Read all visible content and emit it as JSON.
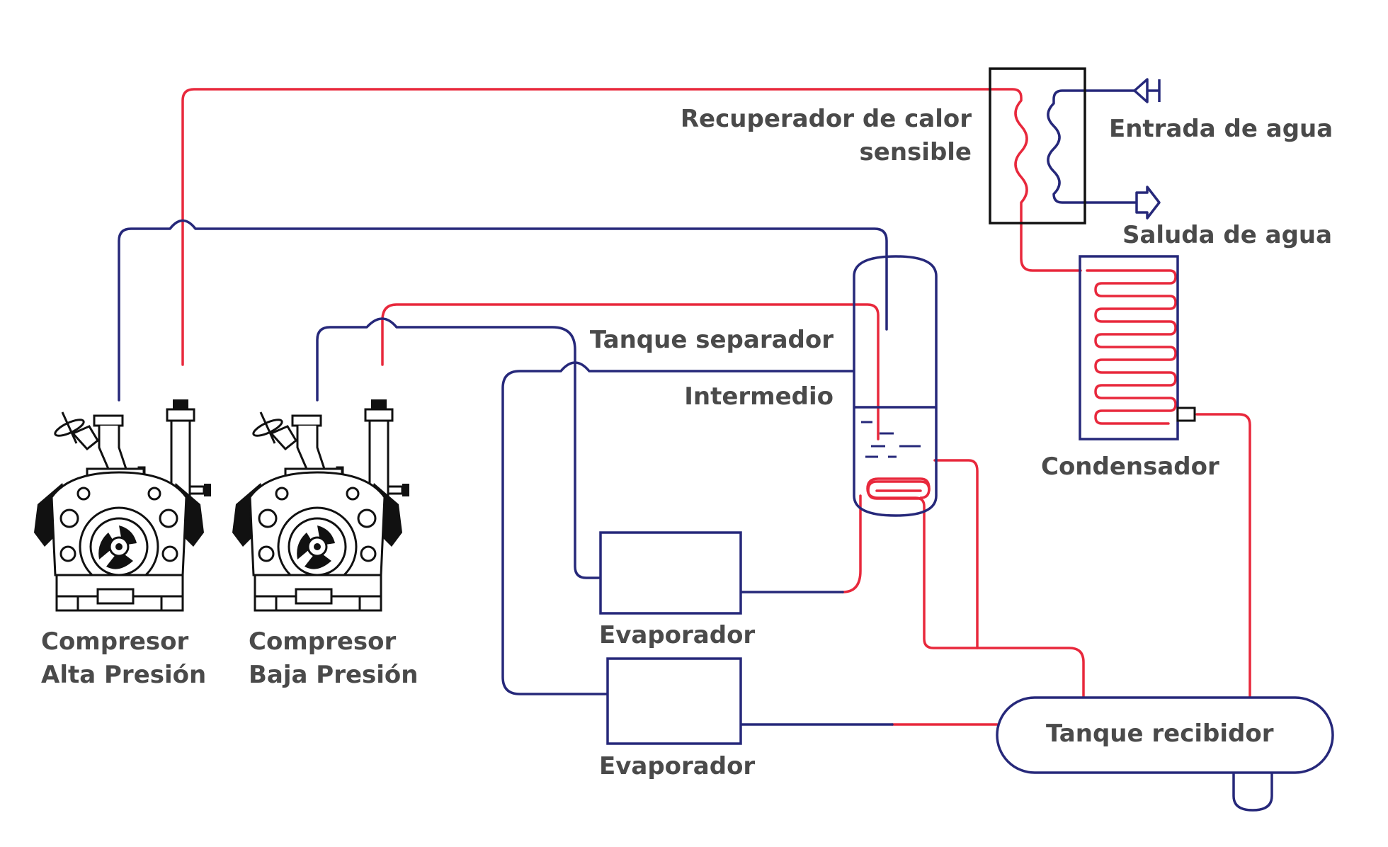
{
  "colors": {
    "hot": "#e8283c",
    "cold": "#26287a",
    "outline": "#111111",
    "text": "#4a4a4a",
    "background": "#ffffff"
  },
  "labels": {
    "heat_recovery_line1": "Recuperador de calor",
    "heat_recovery_line2": "sensible",
    "water_in": "Entrada de agua",
    "water_out": "Saluda de agua",
    "tank_sep_line1": "Tanque separador",
    "tank_sep_line2": "Intermedio",
    "condenser": "Condensador",
    "evaporator_1": "Evaporador",
    "evaporator_2": "Evaporador",
    "receiver_tank": "Tanque recibidor",
    "compressor_high_line1": "Compresor",
    "compressor_high_line2": "Alta Presión",
    "compressor_low_line1": "Compresor",
    "compressor_low_line2": "Baja Presión"
  },
  "icons": [
    "compressor-icon",
    "water-inlet-arrow-icon",
    "water-outlet-arrow-icon",
    "heat-exchanger-coil-icon",
    "condenser-coil-icon"
  ]
}
